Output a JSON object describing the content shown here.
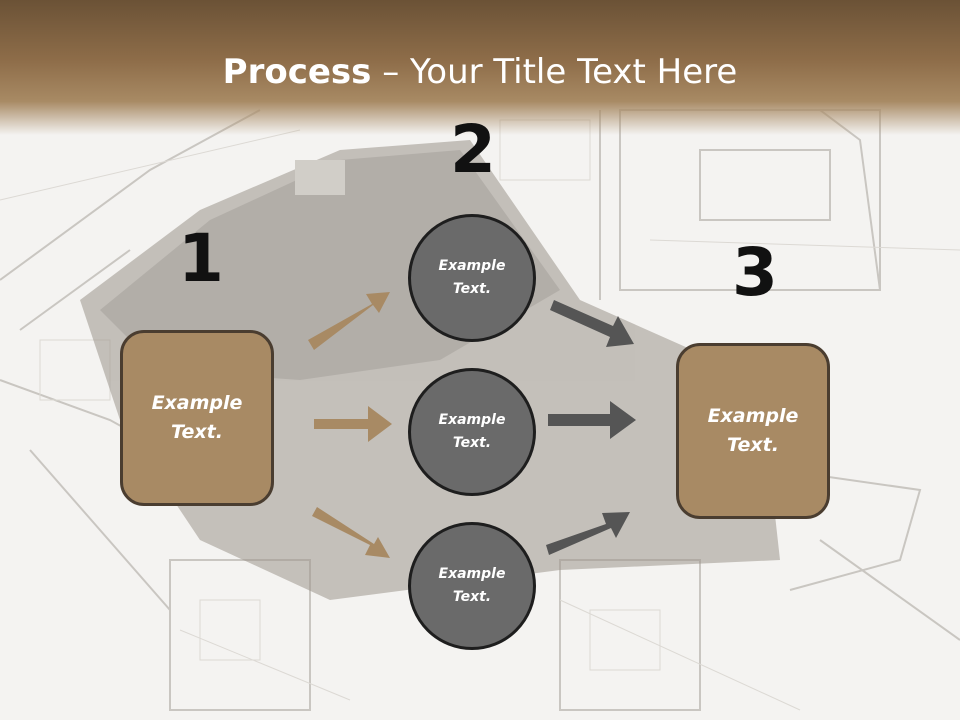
{
  "title": {
    "bold": "Process",
    "separator": " – ",
    "rest": "Your Title Text Here"
  },
  "steps": [
    {
      "number": "1",
      "box_line1": "Example",
      "box_line2": "Text."
    },
    {
      "number": "2",
      "circles": [
        {
          "line1": "Example",
          "line2": "Text."
        },
        {
          "line1": "Example",
          "line2": "Text."
        },
        {
          "line1": "Example",
          "line2": "Text."
        }
      ]
    },
    {
      "number": "3",
      "box_line1": "Example",
      "box_line2": "Text."
    }
  ],
  "colors": {
    "header": "#8e6d49",
    "box_fill": "#a88a64",
    "circle_fill": "#6a6a6a",
    "arrow_left": "#a88a64",
    "arrow_right": "#555555"
  }
}
